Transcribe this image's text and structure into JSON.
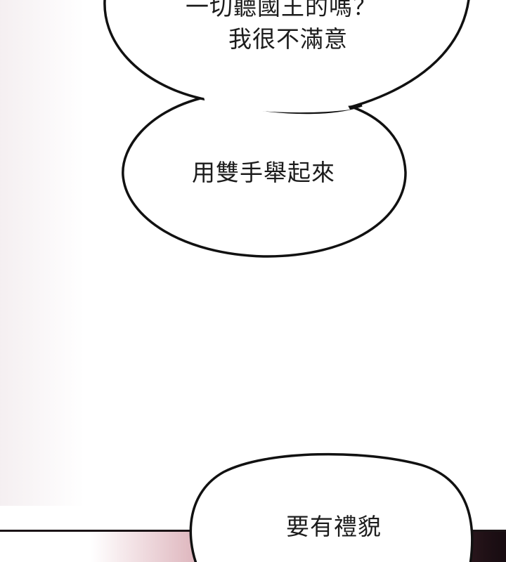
{
  "bubbles": {
    "top": {
      "line1": "一切聽國王的嗎？",
      "line2": "我很不滿意"
    },
    "middle": {
      "line1": "用雙手舉起來"
    },
    "bottom": {
      "line1": "要有禮貌"
    }
  },
  "colors": {
    "bubble_fill": "#ffffff",
    "bubble_outline": "#111111",
    "text": "#1c1c1c",
    "panel_border": "#1b1416",
    "panel_tone_pink": "#cf9aa3",
    "panel_tone_dark": "#170c11"
  }
}
